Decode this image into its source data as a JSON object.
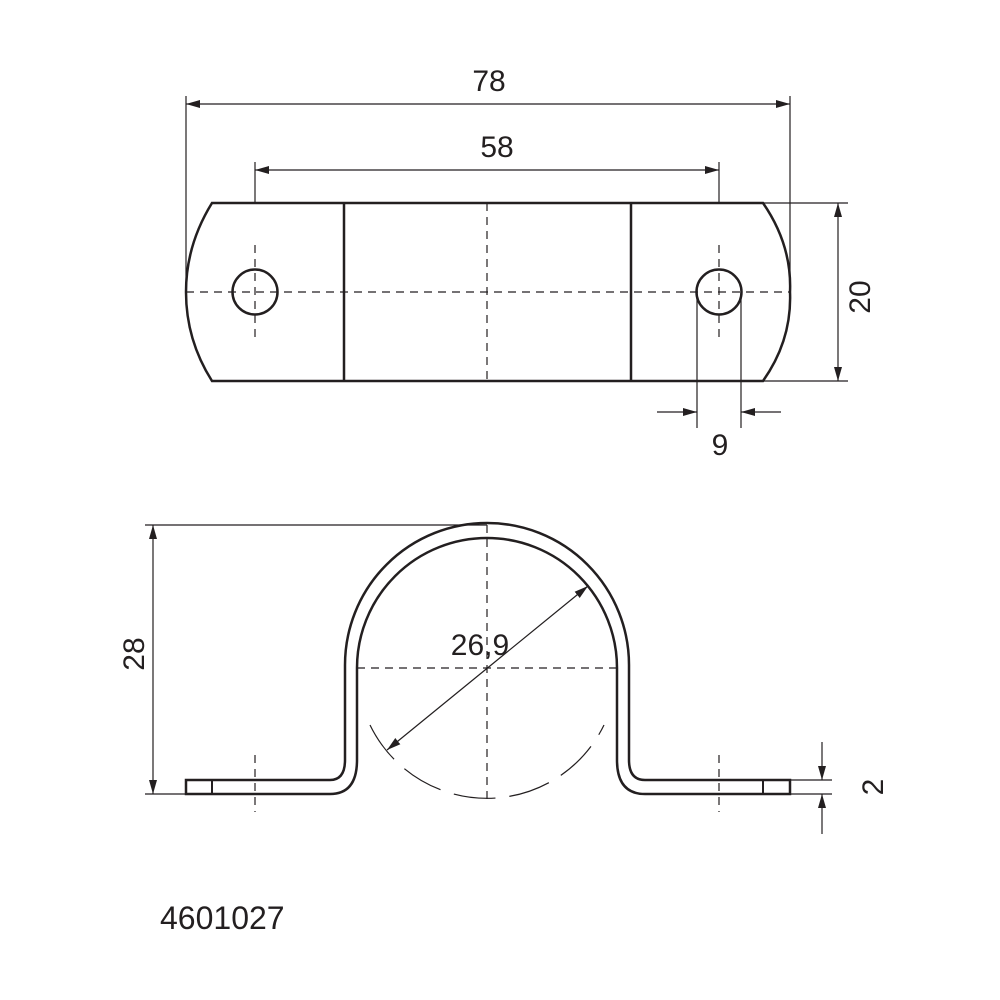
{
  "drawing": {
    "part_number": "4601027",
    "dimensions": {
      "overall_length": "78",
      "hole_spacing": "58",
      "width": "20",
      "hole_diameter": "9",
      "height": "28",
      "pipe_diameter": "26,9",
      "thickness": "2"
    },
    "colors": {
      "line": "#231f20",
      "background": "#ffffff"
    }
  }
}
